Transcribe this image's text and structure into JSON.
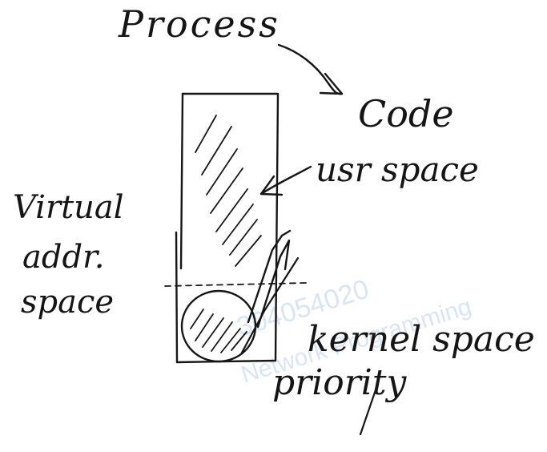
{
  "labels": {
    "process": "Process",
    "code": "Code",
    "usr_space": "usr space",
    "virtual": "Virtual",
    "addr": "addr.",
    "space": "space",
    "kernel_space": "kernel space",
    "priority": "priority"
  },
  "watermark": {
    "line1": "304054020",
    "line2": "Network Programming"
  },
  "colors": {
    "ink": "#161616",
    "watermark": "#a9c6e6",
    "background": "#ffffff"
  }
}
